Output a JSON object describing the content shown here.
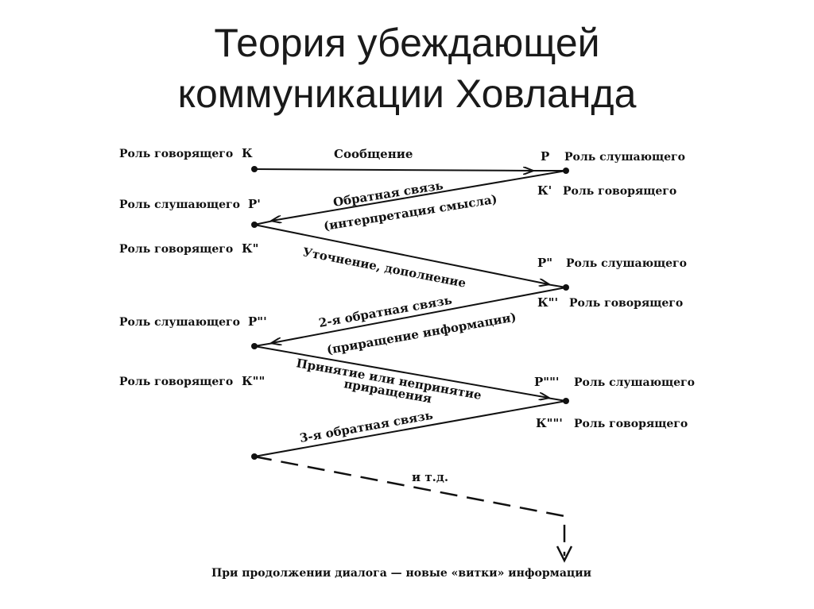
{
  "title": {
    "line1": "Теория убеждающей",
    "line2": "коммуникации Ховланда"
  },
  "left_nodes": [
    {
      "role": "Роль говорящего",
      "symbol": "К"
    },
    {
      "role": "Роль слушающего",
      "symbol": "Р'"
    },
    {
      "role": "Роль говорящего",
      "symbol": "К\""
    },
    {
      "role": "Роль слушающего",
      "symbol": "Р\"'"
    },
    {
      "role": "Роль говорящего",
      "symbol": "К\"\""
    }
  ],
  "right_nodes": [
    {
      "symbol": "Р",
      "role": "Роль слушающего"
    },
    {
      "symbol": "К'",
      "role": "Роль говорящего"
    },
    {
      "symbol": "Р\"",
      "role": "Роль слушающего"
    },
    {
      "symbol": "К\"'",
      "role": "Роль говорящего"
    },
    {
      "symbol": "Р\"\"'",
      "role": "Роль слушающего"
    },
    {
      "symbol": "К\"\"'",
      "role": "Роль говорящего"
    }
  ],
  "messages": {
    "m1": "Сообщение",
    "m2a": "Обратная связь",
    "m2b": "(интерпретация смысла)",
    "m3": "Уточнение, дополнение",
    "m4a": "2-я обратная связь",
    "m4b": "(приращение информации)",
    "m5a": "Принятие или непринятие",
    "m5b": "приращения",
    "m6": "3-я обратная связь",
    "m7": "и т.д."
  },
  "footer": "При продолжении диалога — новые «витки» информации"
}
